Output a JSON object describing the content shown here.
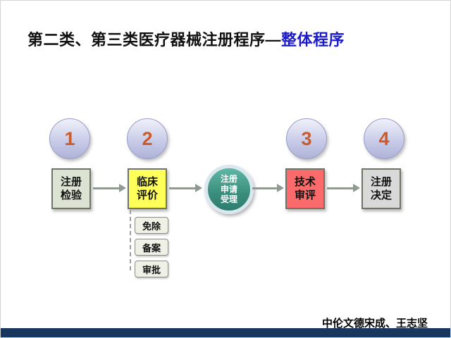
{
  "title": {
    "black": "第二类、第三类医疗器械注册程序—",
    "blue": "整体程序",
    "highlight_color": "#1b1bcc"
  },
  "footer": "中伦文德宋成、王志坚",
  "process": {
    "number_color": "#cc5b2b",
    "steps": [
      {
        "num": "1",
        "line1": "注册",
        "line2": "检验",
        "bg": "#dde3d2"
      },
      {
        "num": "2",
        "line1": "临床",
        "line2": "评价",
        "bg": "#ffff59"
      },
      {
        "num": "3",
        "line1": "技术",
        "line2": "审评",
        "bg": "#fb6b6b"
      },
      {
        "num": "4",
        "line1": "注册",
        "line2": "决定",
        "bg": "#d9d9d9"
      }
    ],
    "center": {
      "line1": "注册",
      "line2": "申请",
      "line3": "受理"
    },
    "clinical_options": [
      {
        "label": "免除"
      },
      {
        "label": "备案"
      },
      {
        "label": "审批"
      }
    ]
  },
  "colors": {
    "bottom_bar": "#17375e",
    "arrow": "#8f9a92",
    "center_circle": "#3a8d7c"
  }
}
